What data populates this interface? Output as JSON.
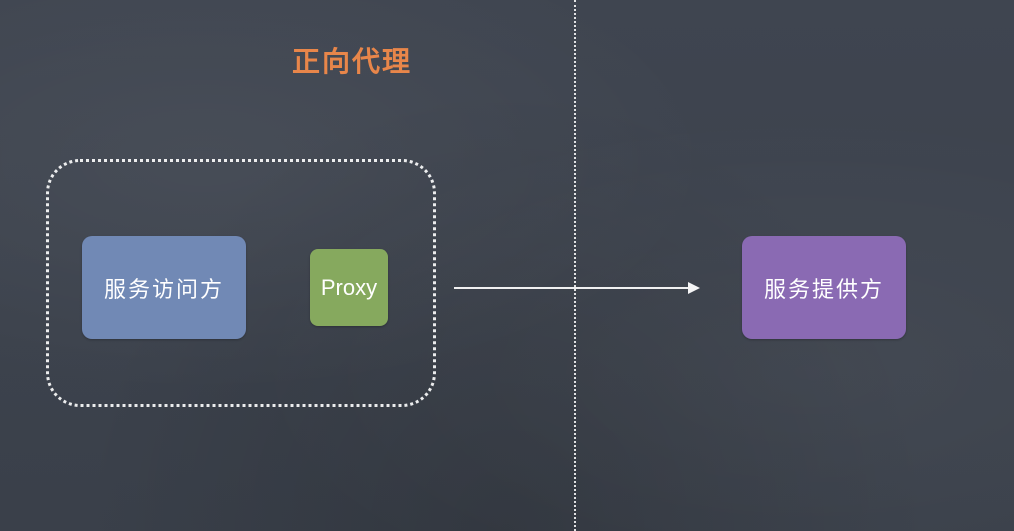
{
  "diagram": {
    "title": "正向代理",
    "title_color": "#e8864a",
    "client_label": "服务访问方",
    "proxy_label": "Proxy",
    "server_label": "服务提供方",
    "colors": {
      "client_box": "#7189b5",
      "proxy_box": "#86a95e",
      "server_box": "#8a6ab3",
      "line": "#ffffff"
    }
  }
}
